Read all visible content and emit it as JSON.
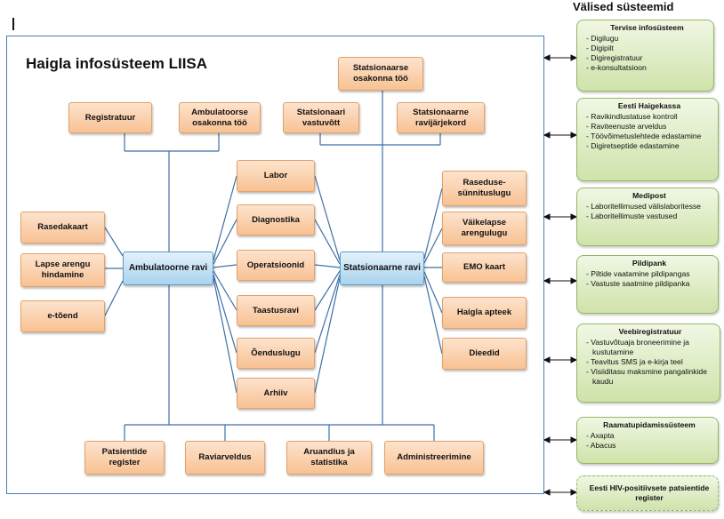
{
  "title": "Haigla infosüsteem LIISA",
  "external_title": "Välised süsteemid",
  "top_boxes": [
    "Registratuur",
    "Ambulatoorse osakonna töö",
    "Statsionaarse osakonna töö",
    "Statsionaari vastuvõtt",
    "Statsionaarne ravijärjekord"
  ],
  "left_boxes": [
    "Rasedakaart",
    "Lapse arengu hindamine",
    "e-tõend"
  ],
  "hubs": [
    "Ambulatoorne ravi",
    "Statsionaarne ravi"
  ],
  "middle_boxes": [
    "Labor",
    "Diagnostika",
    "Operatsioonid",
    "Taastusravi",
    "Õenduslugu",
    "Arhiiv"
  ],
  "right_boxes": [
    "Raseduse-sünnituslugu",
    "Väikelapse arengulugu",
    "EMO kaart",
    "Haigla apteek",
    "Dieedid"
  ],
  "bottom_boxes": [
    "Patsientide register",
    "Raviarveldus",
    "Aruandlus ja statistika",
    "Administreerimine"
  ],
  "external_systems": [
    {
      "name": "Tervise infosüsteem",
      "items": [
        "Digilugu",
        "Digipilt",
        "Digiregistratuur",
        "e-konsultatsioon"
      ]
    },
    {
      "name": "Eesti Haigekassa",
      "items": [
        "Ravikindlustatuse kontroll",
        "Raviteenuste arveldus",
        "Töövõimetuslehtede edastamine",
        "Digiretseptide edastamine"
      ]
    },
    {
      "name": "Medipost",
      "items": [
        "Laboritellimused välislaboritesse",
        "Laboritellimuste vastused"
      ]
    },
    {
      "name": "Pildipank",
      "items": [
        "Piltide vaatamine pildipangas",
        "Vastuste saatmine pildipanka"
      ]
    },
    {
      "name": "Veebiregistratuur",
      "items": [
        "Vastuvõtuaja broneerimine ja kustutamine",
        "Teavitus SMS ja e-kirja teel",
        "Visiiditasu maksmine pangalinkide kaudu"
      ]
    },
    {
      "name": "Raamatupidamissüsteem",
      "items": [
        "Axapta",
        "Abacus"
      ]
    },
    {
      "name": "Eesti HIV-positiivsete patsientide register",
      "items": []
    }
  ],
  "colors": {
    "process_fill": "#f8c293",
    "hub_fill": "#a9d3ee",
    "external_fill": "#cfe3aa",
    "frame": "#4a7cb8",
    "line": "#3f6fa8"
  }
}
